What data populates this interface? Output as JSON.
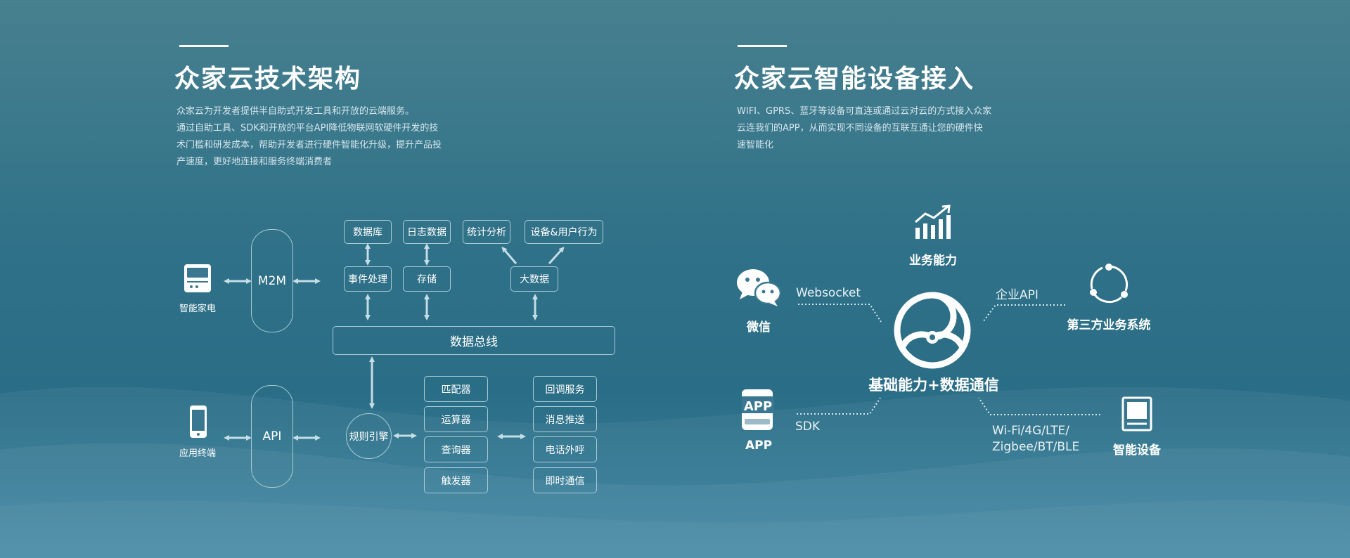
{
  "left": {
    "title": "众家云技术架构",
    "description": [
      "众家云为开发者提供半自助式开发工具和开放的云端服务。",
      "通过自助工具、SDK和开放的平台API降低物联网软硬件开发的技",
      "术门槛和研发成本，帮助开发者进行硬件智能化升级，提升产品投",
      "产速度，更好地连接和服务终端消费者"
    ],
    "devices": {
      "smart_appliance": "智能家电",
      "app_terminal": "应用终端"
    },
    "gateways": {
      "m2m": "M2M",
      "api": "API"
    },
    "top_row": [
      "数据库",
      "日志数据",
      "统计分析",
      "设备&用户行为"
    ],
    "mid_row": [
      "事件处理",
      "存储",
      "大数据"
    ],
    "bus": "数据总线",
    "rule_engine": "规则引擎",
    "rule_components": [
      "匹配器",
      "运算器",
      "查询器",
      "触发器"
    ],
    "services": [
      "回调服务",
      "消息推送",
      "电话外呼",
      "即时通信"
    ]
  },
  "right": {
    "title": "众家云智能设备接入",
    "description": [
      "WIFI、GPRS、蓝牙等设备可直连或通过云对云的方式接入众家",
      "云连我们的APP，从而实现不同设备的互联互通让您的硬件快",
      "速智能化"
    ],
    "center_label": "基础能力+数据通信",
    "nodes": {
      "business": "业务能力",
      "wechat": "微信",
      "third_party": "第三方业务系统",
      "app": "APP",
      "smart_device": "智能设备"
    },
    "app_icon_text": "APP",
    "connections": {
      "websocket": "Websocket",
      "enterprise_api": "企业API",
      "sdk": "SDK",
      "protocols_line1": "Wi-Fi/4G/LTE/",
      "protocols_line2": "Zigbee/BT/BLE"
    }
  },
  "colors": {
    "box_border": "#a9cad6",
    "arrow": "#c5dde6",
    "text": "#ffffff"
  }
}
